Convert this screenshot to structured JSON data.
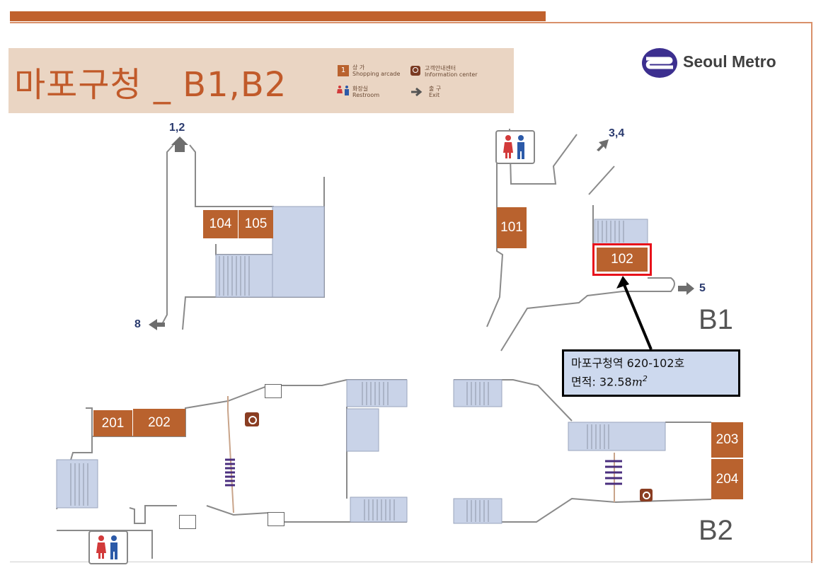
{
  "header": {
    "title": "마포구청 _ B1,B2",
    "brand": "Seoul Metro",
    "legend": [
      {
        "icon": "shop-icon",
        "symbol": "1",
        "label_ko": "상 가",
        "label_en": "Shopping arcade"
      },
      {
        "icon": "restroom-icon",
        "label_ko": "화장실",
        "label_en": "Restroom"
      },
      {
        "icon": "info-icon",
        "label_ko": "고객안내센터",
        "label_en": "Information center"
      },
      {
        "icon": "exit-arrow-icon",
        "label_ko": "출 구",
        "label_en": "Exit"
      }
    ]
  },
  "floors": {
    "b1": {
      "label": "B1",
      "shops": [
        "104",
        "105",
        "101",
        "102"
      ],
      "exits": [
        "1,2",
        "3,4",
        "5",
        "8"
      ]
    },
    "b2": {
      "label": "B2",
      "shops": [
        "201",
        "202",
        "203",
        "204"
      ]
    }
  },
  "callout": {
    "line1": "마포구청역 620-102호",
    "line2_prefix": "면적: 32.58",
    "line2_unit": "m",
    "line2_sup": "2"
  },
  "colors": {
    "shop": "#b9622e",
    "highlight": "#e8121b",
    "callout_bg": "#cdd9ee",
    "title": "#c15a2a",
    "exit_text": "#2a3a6e"
  }
}
